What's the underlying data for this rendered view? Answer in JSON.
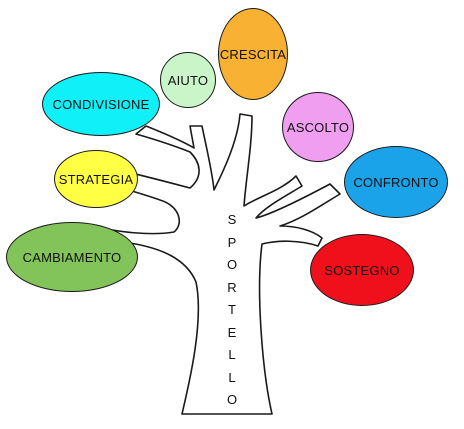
{
  "trunk": {
    "letters": [
      "S",
      "P",
      "O",
      "R",
      "T",
      "E",
      "L",
      "L",
      "O"
    ],
    "word": "SPORTELLO"
  },
  "bubbles": {
    "crescita": {
      "label": "CRESCITA",
      "color": "#f8b133"
    },
    "aiuto": {
      "label": "AIUTO",
      "color": "#c9f5c9"
    },
    "condivisione": {
      "label": "CONDIVISIONE",
      "color": "#0ff0f8"
    },
    "ascolto": {
      "label": "ASCOLTO",
      "color": "#f09ef0"
    },
    "strategia": {
      "label": "STRATEGIA",
      "color": "#ffff44"
    },
    "confronto": {
      "label": "CONFRONTO",
      "color": "#1aa3e8"
    },
    "cambiamento": {
      "label": "CAMBIAMENTO",
      "color": "#83c45a"
    },
    "sostegno": {
      "label": "SOSTEGNO",
      "color": "#f0101c"
    }
  }
}
